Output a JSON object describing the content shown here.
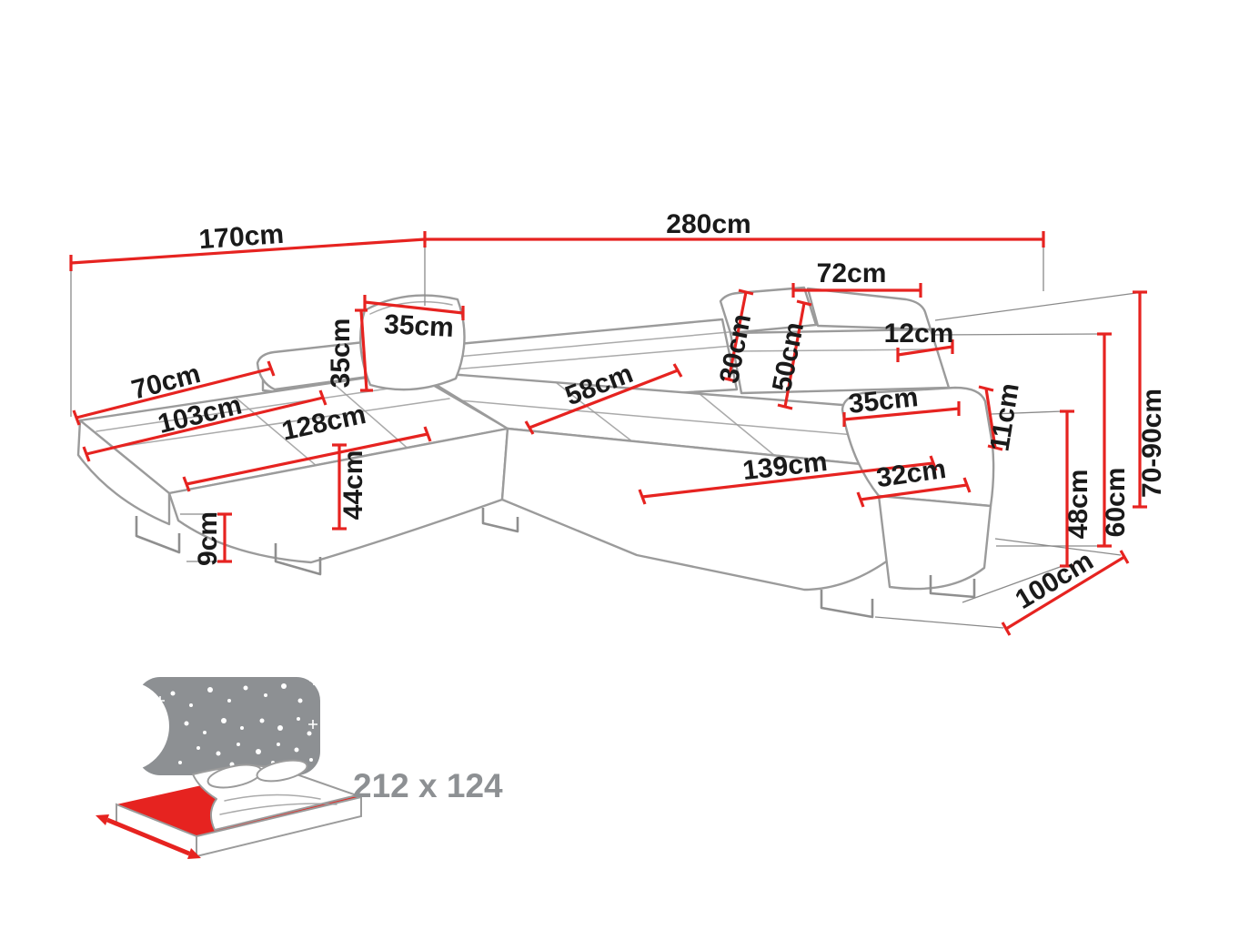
{
  "colors": {
    "dimension_red": "#e62320",
    "outline_gray": "#9b9b9b",
    "text_black": "#1a1a1a",
    "icon_gray": "#8d9093",
    "background": "#ffffff"
  },
  "sofa": {
    "dimensions": {
      "top_left_width": "170cm",
      "top_right_width": "280cm",
      "headrest_width": "72cm",
      "headrest_thickness": "12cm",
      "pillow_width": "35cm",
      "pillow_height": "35cm",
      "chaise_end_width": "70cm",
      "chaise_cushion_width": "103cm",
      "chaise_length": "128cm",
      "seat_depth": "58cm",
      "headrest_front_height": "30cm",
      "headrest_total_height": "50cm",
      "armrest_pad_length": "35cm",
      "armrest_pad_width": "11cm",
      "seat_width": "139cm",
      "armrest_depth": "32cm",
      "seat_height": "44cm",
      "leg_height": "9cm",
      "total_height": "70-90cm",
      "backrest_height": "60cm",
      "armrest_height": "48cm",
      "sofa_depth": "100cm"
    },
    "sleeping_area": "212 x 124"
  }
}
